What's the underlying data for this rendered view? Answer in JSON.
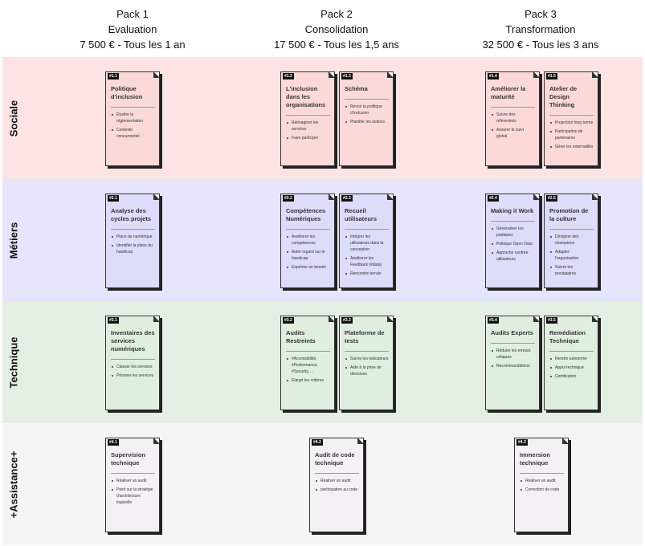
{
  "packs": [
    {
      "name": "Pack 1",
      "subtitle": "Evaluation",
      "price": "7 500 € - Tous les 1 an"
    },
    {
      "name": "Pack 2",
      "subtitle": "Consolidation",
      "price": "17 500 € - Tous les 1,5 ans"
    },
    {
      "name": "Pack 3",
      "subtitle": "Transformation",
      "price": "32 500 € - Tous les 3 ans"
    }
  ],
  "colors": {
    "sociale_band": "#fde3e3",
    "sociale_card": "#fbd9d9",
    "metiers_band": "#e5e5fd",
    "metiers_card": "#dcdcfb",
    "technique_band": "#e4efe4",
    "technique_card": "#e0eee0",
    "assistance_band": "#f5f5f5",
    "assistance_card": "#f3f1f3"
  },
  "rows": [
    {
      "label": "Sociale",
      "cards": [
        {
          "id": "#1.1",
          "title": "Politique d'inclusion",
          "items": [
            "Etudier la réglementation",
            "Contexte concurrentiel"
          ]
        },
        {
          "id": "#1.2",
          "title": "L'inclusion dans les organisations",
          "items": [
            "Réimaginer les services",
            "Faire participer"
          ]
        },
        {
          "id": "#1.3",
          "title": "Schéma",
          "items": [
            "Revoir la politique d'inclusion",
            "Planifier les actions"
          ]
        },
        {
          "id": "#1.4",
          "title": "Améliorer la maturité",
          "items": [
            "Suivre des référentiels",
            "Assurer le suivi global"
          ]
        },
        {
          "id": "#1.5",
          "title": "Atelier de Design Thinking",
          "items": [
            "Projection long terme",
            "Participation de partenaires",
            "Gérer les externalités"
          ]
        }
      ]
    },
    {
      "label": "Métiers",
      "cards": [
        {
          "id": "#2.1",
          "title": "Analyse des cycles projets",
          "items": [
            "Place du numérique",
            "Identifier la place du handicap"
          ]
        },
        {
          "id": "#2.2",
          "title": "Compétences Numériques",
          "items": [
            "Améliorer les compétences",
            "Autre regard sur le handicap",
            "Exprimer un besoin"
          ]
        },
        {
          "id": "#2.3",
          "title": "Recueil utilisateurs",
          "items": [
            "Intégrer les utilisateurs dans la conception",
            "Améliorer les Feedback (#data)",
            "Rencontre terrain"
          ]
        },
        {
          "id": "#2.4",
          "title": "Making it Work",
          "items": [
            "Généraliser les pratiques",
            "Politique Open Data",
            "Approche centrée utilisateurs"
          ]
        },
        {
          "id": "#2.5",
          "title": "Promotion de la culture",
          "items": [
            "Désigner des champions",
            "Adapter l'organisation",
            "Suivre les prestataires"
          ]
        }
      ]
    },
    {
      "label": "Technique",
      "cards": [
        {
          "id": "#3.1",
          "title": "Inventaires des services numériques",
          "items": [
            "Classer les services",
            "Prioriser les services"
          ]
        },
        {
          "id": "#3.2",
          "title": "Audits Restreints",
          "items": [
            "#Accessibilité, #Performance, #Security, ...",
            "Elargir les critères"
          ]
        },
        {
          "id": "#3.3",
          "title": "Plateforme de tests",
          "items": [
            "Suivre les indicateurs",
            "Aide à la prise de décisions"
          ]
        },
        {
          "id": "#3.4",
          "title": "Audits Experts",
          "items": [
            "Réduire les erreurs critiques",
            "Recommandations"
          ]
        },
        {
          "id": "#3.5",
          "title": "Remédiation Technique",
          "items": [
            "Rendre autonome",
            "Appui technique",
            "Certification"
          ]
        }
      ]
    },
    {
      "label": "+Assistance+",
      "cards": [
        {
          "id": "#4.1",
          "title": "Supervision technique",
          "items": [
            "Réaliser un audit",
            "Point sur la stratégie d'architecture logicielle"
          ]
        },
        {
          "id": "#4.2",
          "title": "Audit de code technique",
          "items": [
            "Réaliser un audit",
            "participation au code"
          ]
        },
        {
          "id": "#4.3",
          "title": "Immersion technique",
          "items": [
            "Réaliser un audit",
            "Correction de code"
          ]
        }
      ]
    }
  ]
}
